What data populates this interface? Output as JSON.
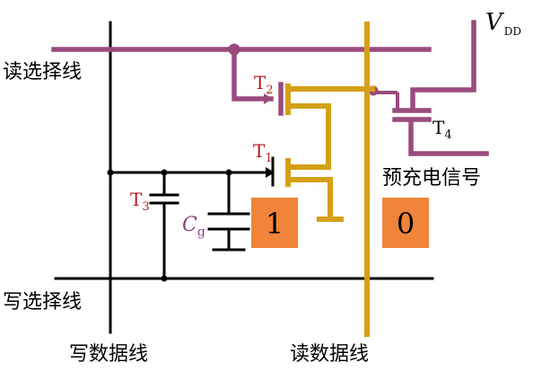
{
  "lines": {
    "read_select": "读选择线",
    "write_select": "写选择线",
    "write_data": "写数据线",
    "read_data": "读数据线"
  },
  "labels": {
    "precharge": "预充电信号",
    "vdd_main": "V",
    "vdd_sub": "DD"
  },
  "transistors": [
    {
      "name": "T",
      "sub": "1"
    },
    {
      "name": "T",
      "sub": "2"
    },
    {
      "name": "T",
      "sub": "3"
    },
    {
      "name": "T",
      "sub": "4"
    }
  ],
  "capacitor": {
    "name": "C",
    "sub": "g"
  },
  "state_boxes": [
    "1",
    "0"
  ],
  "colors": {
    "wire_black": "#000000",
    "wire_purple": "#9a4b7d",
    "wire_gold": "#d4a017",
    "box_orange": "#f0843a",
    "label_red": "#b31b1b",
    "label_purple": "#8a3f78"
  }
}
